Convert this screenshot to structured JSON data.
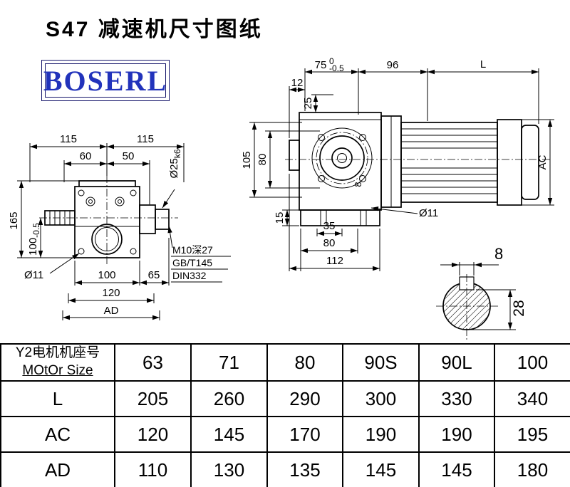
{
  "page": {
    "title": "S47 减速机尺寸图纸",
    "brand": "BOSERL"
  },
  "front_view": {
    "dim_width_left": "115",
    "dim_width_right": "115",
    "dim_60": "60",
    "dim_50": "50",
    "dim_height_total": "165",
    "dim_center_height": "100",
    "dim_center_height_tol": "-0.5",
    "dim_hole": "Ø11",
    "dim_shaft": "Ø25",
    "dim_shaft_fit": "k6",
    "dim_100": "100",
    "dim_65": "65",
    "dim_120": "120",
    "dim_ad": "AD",
    "note_tap": "M10深27",
    "note_std1": "GB/T145",
    "note_std2": "DIN332"
  },
  "side_view": {
    "dim_75": "75",
    "dim_75_tol_upper": "0",
    "dim_75_tol_lower": "-0.5",
    "dim_96": "96",
    "dim_L": "L",
    "dim_12": "12",
    "dim_25": "25",
    "dim_105": "105",
    "dim_80v": "80",
    "dim_15": "15",
    "dim_35": "35",
    "dim_80": "80",
    "dim_112": "112",
    "dim_hole": "Ø11",
    "dim_AC": "AC",
    "mark_8": "8"
  },
  "section_view": {
    "dim_key_width": "8",
    "dim_28": "28"
  },
  "table": {
    "header_label_line1": "Y2电机机座号",
    "header_label_line2": "MOtOr Size",
    "sizes": [
      "63",
      "71",
      "80",
      "90S",
      "90L",
      "100"
    ],
    "rows": [
      {
        "label": "L",
        "values": [
          "205",
          "260",
          "290",
          "300",
          "330",
          "340"
        ]
      },
      {
        "label": "AC",
        "values": [
          "120",
          "145",
          "170",
          "190",
          "190",
          "195"
        ]
      },
      {
        "label": "AD",
        "values": [
          "110",
          "130",
          "135",
          "145",
          "145",
          "180"
        ]
      }
    ]
  }
}
